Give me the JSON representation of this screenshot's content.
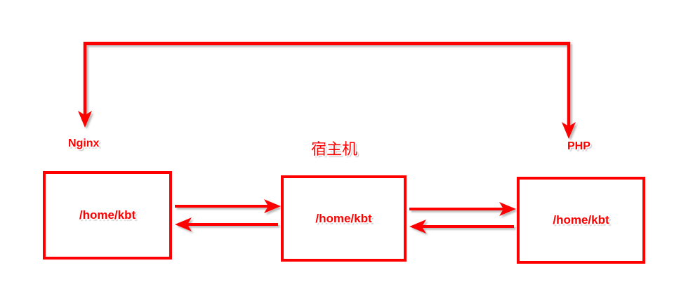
{
  "diagram": {
    "title": "Docker bind mount sharing diagram",
    "background_color": "#ffffff",
    "accent_color": "#ff0000",
    "nodes": [
      {
        "id": "nginx",
        "label": "Nginx",
        "path": "/home/kbt",
        "lang": "latin"
      },
      {
        "id": "host",
        "label": "宿主机",
        "path": "/home/kbt",
        "lang": "cjk"
      },
      {
        "id": "php",
        "label": "PHP",
        "path": "/home/kbt",
        "lang": "latin"
      }
    ],
    "connectors": {
      "top_bracket": {
        "name": "host-to-containers-bracket",
        "description": "horizontal bracket from Nginx down-arrow to PHP down-arrow"
      },
      "left_pair": {
        "top_arrow_direction": "right",
        "bottom_arrow_direction": "left"
      },
      "right_pair": {
        "top_arrow_direction": "right",
        "bottom_arrow_direction": "left"
      }
    }
  }
}
